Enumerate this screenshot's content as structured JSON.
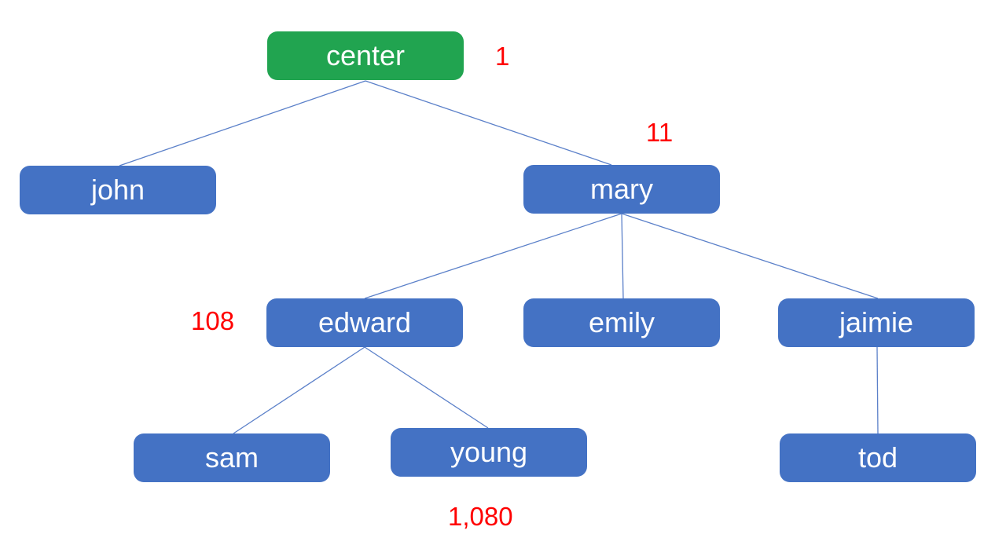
{
  "colors": {
    "root_fill": "#21a450",
    "node_fill": "#4472c4",
    "node_text": "#ffffff",
    "edge_stroke": "#5b80c9",
    "annotation_color": "#ff0000",
    "background": "#ffffff"
  },
  "diagram": {
    "type": "tree",
    "nodes": {
      "center": {
        "label": "center",
        "role": "root",
        "annotation": "1"
      },
      "john": {
        "label": "john"
      },
      "mary": {
        "label": "mary",
        "annotation": "11"
      },
      "edward": {
        "label": "edward",
        "annotation": "108"
      },
      "emily": {
        "label": "emily"
      },
      "jaimie": {
        "label": "jaimie"
      },
      "sam": {
        "label": "sam"
      },
      "young": {
        "label": "young",
        "annotation": "1,080"
      },
      "tod": {
        "label": "tod"
      }
    },
    "edges": [
      {
        "from": "center",
        "to": "john"
      },
      {
        "from": "center",
        "to": "mary"
      },
      {
        "from": "mary",
        "to": "edward"
      },
      {
        "from": "mary",
        "to": "emily"
      },
      {
        "from": "mary",
        "to": "jaimie"
      },
      {
        "from": "edward",
        "to": "sam"
      },
      {
        "from": "edward",
        "to": "young"
      },
      {
        "from": "jaimie",
        "to": "tod"
      }
    ]
  }
}
